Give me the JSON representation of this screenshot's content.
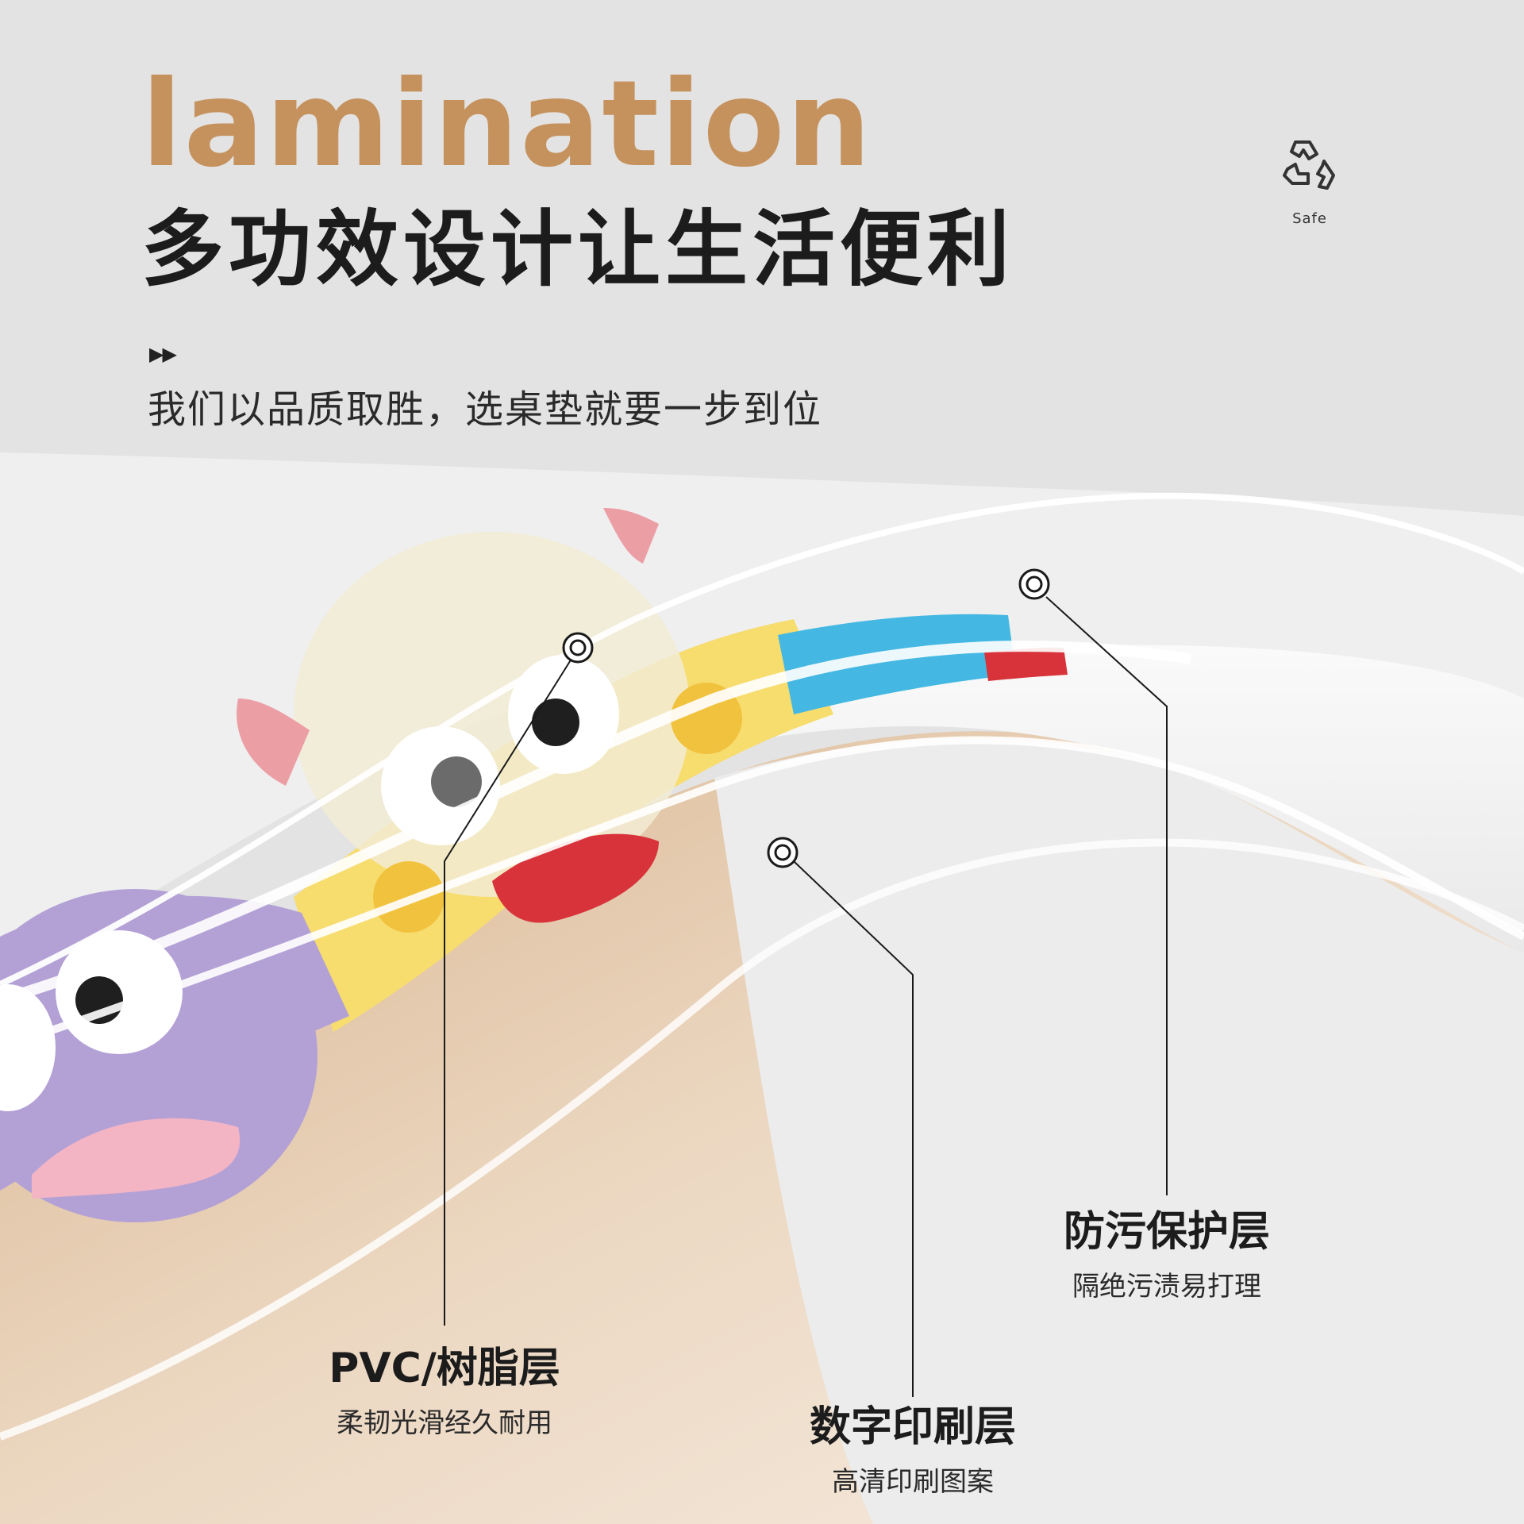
{
  "header": {
    "title_en": "lamination",
    "title_cn": "多功效设计让生活便利",
    "arrows": "▶▶",
    "subtitle": "我们以品质取胜，选桌垫就要一步到位"
  },
  "badge": {
    "icon": "recycle-icon",
    "label": "Safe"
  },
  "callouts": [
    {
      "title": "防污保护层",
      "desc": "隔绝污渍易打理"
    },
    {
      "title": "PVC/树脂层",
      "desc": "柔韧光滑经久耐用"
    },
    {
      "title": "数字印刷层",
      "desc": "高清印刷图案"
    }
  ],
  "colors": {
    "background": "#e3e3e3",
    "title_en": "#c5925e",
    "text": "#1c1c1c",
    "base_layer": "#ead2b4",
    "yellow_monster": "#f7dc6e",
    "purple_monster": "#b3a1d6"
  }
}
